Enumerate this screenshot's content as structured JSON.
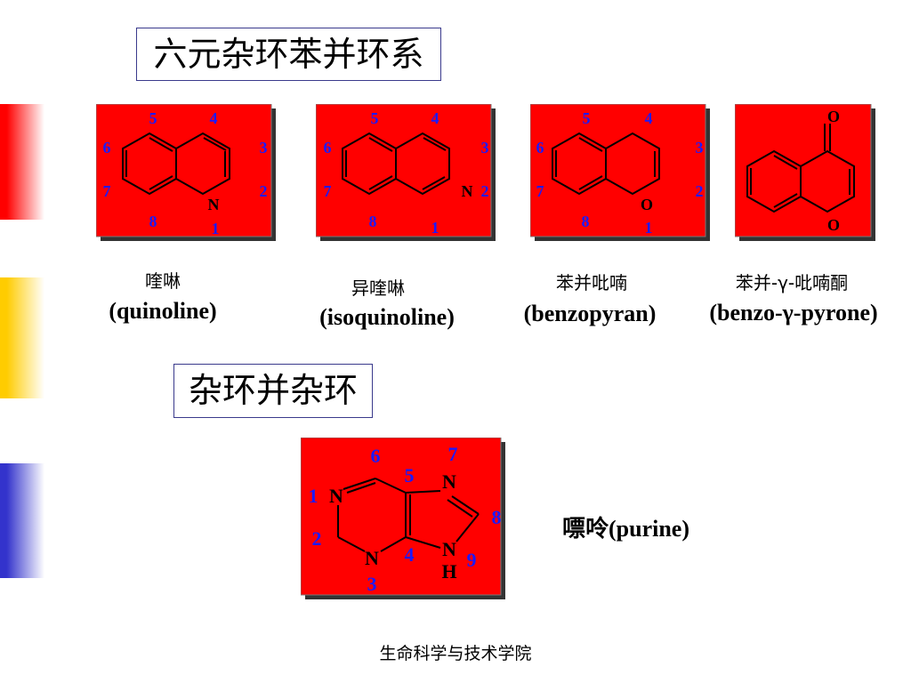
{
  "section1_title": "六元杂环苯并环系",
  "section2_title": "杂环并杂环",
  "structures": {
    "quinoline": {
      "cn": "喹啉",
      "en": "(quinoline)",
      "n": [
        "5",
        "4",
        "6",
        "3",
        "7",
        "2",
        "8",
        "1"
      ],
      "hetero": "N"
    },
    "isoquinoline": {
      "cn": "异喹啉",
      "en": "(isoquinoline)",
      "n": [
        "5",
        "4",
        "6",
        "3",
        "7",
        "2",
        "8",
        "1"
      ],
      "hetero": "N"
    },
    "benzopyran": {
      "cn": "苯并吡喃",
      "en": "(benzopyran)",
      "n": [
        "5",
        "4",
        "6",
        "3",
        "7",
        "2",
        "8",
        "1"
      ],
      "hetero": "O"
    },
    "benzopyrone": {
      "cn": "苯并-γ-吡喃酮",
      "en": "(benzo-γ-pyrone)",
      "carbonyl": "O",
      "hetero": "O"
    },
    "purine": {
      "name": "嘌呤(purine)",
      "n": [
        "6",
        "7",
        "5",
        "1",
        "8",
        "2",
        "4",
        "9",
        "3"
      ],
      "atoms": [
        "N",
        "N",
        "N",
        "N",
        "H"
      ]
    }
  },
  "footer": "生命科学与技术学院",
  "colors": {
    "panel": "#ff0000",
    "numbers": "#1a1aff",
    "title_border": "#3a3a8c",
    "deco": [
      "#ff0000",
      "#ffcc00",
      "#3333cc"
    ]
  }
}
